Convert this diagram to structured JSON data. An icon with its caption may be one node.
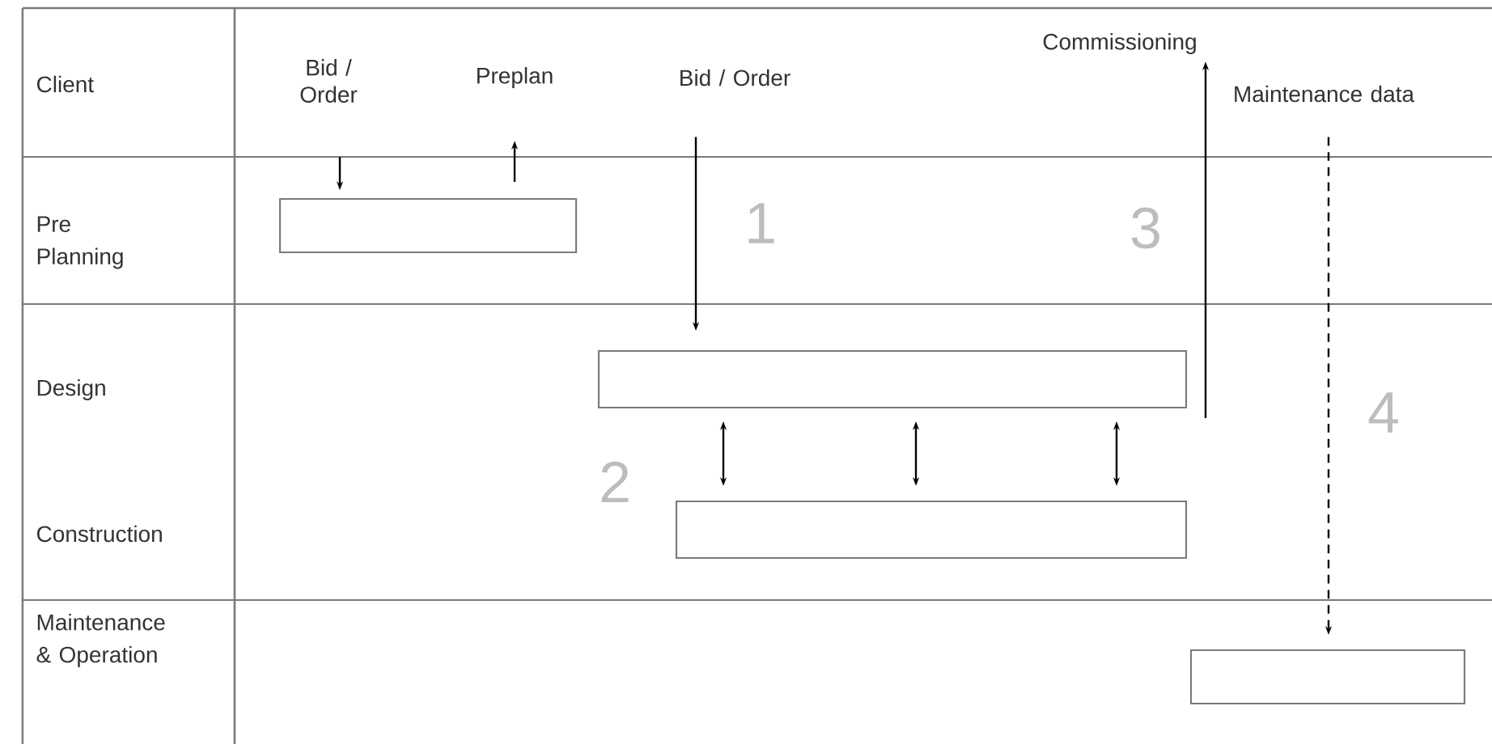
{
  "diagram": {
    "nodes": [
      {
        "text": [
          "Bid / Order"
        ]
      },
      {
        "text": [
          "Preplan"
        ]
      },
      {
        "text": [
          "Bid / Order"
        ]
      },
      {
        "text": [
          "Commissioning"
        ]
      },
      {
        "text": [
          "Maintenance data"
        ]
      },
      {
        "text": [],
        "shape": "box"
      },
      {
        "text": [],
        "shape": "box"
      },
      {
        "text": [],
        "shape": "box"
      },
      {
        "text": [],
        "shape": "box"
      }
    ],
    "edges": [
      {
        "from": 0,
        "to": 5,
        "arrow": "to"
      },
      {
        "from": 5,
        "to": 1,
        "arrow": "to"
      },
      {
        "from": 2,
        "to": 6,
        "arrow": "to"
      },
      {
        "from": 6,
        "to": 3,
        "arrow": "to"
      },
      {
        "from": 4,
        "to": 8,
        "arrow": "to",
        "style": "dashed"
      },
      {
        "from": 6,
        "to": 7,
        "arrow": "both"
      },
      {
        "from": 6,
        "to": 7,
        "arrow": "both"
      },
      {
        "from": 6,
        "to": 7,
        "arrow": "both"
      }
    ],
    "labels": [
      "Client",
      "Pre Planning",
      "1",
      "3",
      "Design",
      "4",
      "2",
      "Construction",
      "Maintenance & Operation"
    ]
  }
}
